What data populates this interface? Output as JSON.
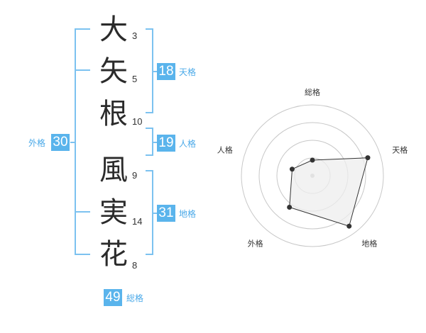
{
  "name": {
    "chars": [
      {
        "char": "大",
        "strokes": "3"
      },
      {
        "char": "矢",
        "strokes": "5"
      },
      {
        "char": "根",
        "strokes": "10"
      },
      {
        "char": "風",
        "strokes": "9"
      },
      {
        "char": "実",
        "strokes": "14"
      },
      {
        "char": "花",
        "strokes": "8"
      }
    ]
  },
  "fortunes": {
    "tenkaku": {
      "value": "18",
      "label": "天格"
    },
    "jinkaku": {
      "value": "19",
      "label": "人格"
    },
    "chikaku": {
      "value": "31",
      "label": "地格"
    },
    "gaikaku": {
      "value": "30",
      "label": "外格"
    },
    "soukaku": {
      "value": "49",
      "label": "総格"
    }
  },
  "chart_data": {
    "type": "radar",
    "axes": [
      "総格",
      "天格",
      "地格",
      "外格",
      "人格"
    ],
    "values": [
      0.22,
      0.82,
      0.88,
      0.55,
      0.3
    ],
    "range": [
      0,
      1
    ],
    "rings": 4,
    "colors": {
      "fill": "#eeeeee",
      "stroke": "#333333",
      "ring": "#c8c8c8",
      "point": "#333333",
      "center": "#bbbbbb"
    }
  },
  "colors": {
    "accent": "#5ab4ec",
    "bracket": "#7cc2f0"
  }
}
